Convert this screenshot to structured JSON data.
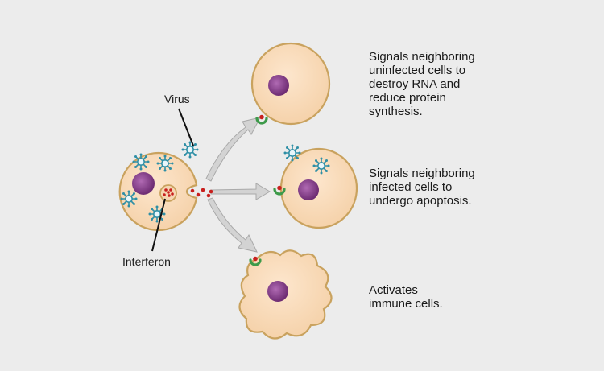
{
  "labels": {
    "virus": "Virus",
    "interferon": "Interferon"
  },
  "effects": [
    {
      "text": "Signals neighboring\nuninfected cells to\ndestroy RNA and\nreduce protein\nsynthesis."
    },
    {
      "text": "Signals neighboring\ninfected cells to\nundergo apoptosis."
    },
    {
      "text": "Activates\nimmune cells."
    }
  ],
  "colors": {
    "background": "#ececec",
    "cell_fill": "#f9dcbe",
    "cell_outline": "#c9a25e",
    "nucleus": "#8a3f8f",
    "virus": "#2f8fa6",
    "interferon": "#c8201e",
    "receptor": "#3d9a4a",
    "arrow": "#d2d2d2"
  }
}
